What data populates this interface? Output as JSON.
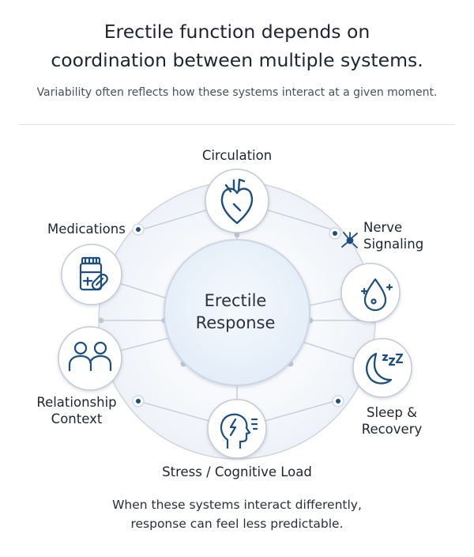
{
  "header": {
    "title_line1": "Erectile function depends on",
    "title_line2": "coordination between multiple systems.",
    "subtitle": "Variability often reflects how these systems interact at a given moment."
  },
  "diagram": {
    "center_line1": "Erectile",
    "center_line2": "Response",
    "nodes": {
      "circulation": {
        "label": "Circulation",
        "icon": "heart-icon"
      },
      "nerve": {
        "label_line1": "Nerve",
        "label_line2": "Signaling",
        "icon": "nerve-icon"
      },
      "hormone": {
        "icon": "droplet-icon"
      },
      "sleep": {
        "label_line1": "Sleep &",
        "label_line2": "Recovery",
        "icon": "moon-icon"
      },
      "stress": {
        "label": "Stress / Cognitive Load",
        "icon": "head-icon"
      },
      "relationship": {
        "label_line1": "Relationship",
        "label_line2": "Context",
        "icon": "people-icon"
      },
      "medications": {
        "label": "Medications",
        "icon": "pill-bottle-icon"
      }
    }
  },
  "footer": {
    "line1": "When these systems interact differently,",
    "line2": "response can feel less predictable."
  },
  "colors": {
    "accent": "#1c4e80",
    "line": "#c9ced8",
    "node_stroke": "#c5cad4",
    "center_fill": "#eaf2fb"
  }
}
